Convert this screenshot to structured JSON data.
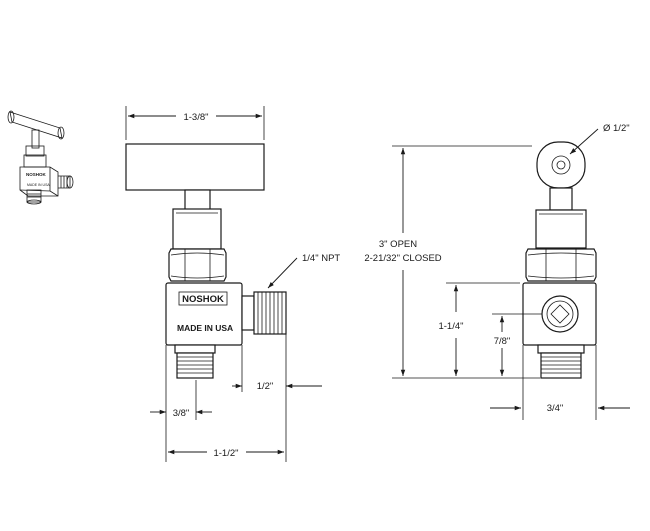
{
  "front_view": {
    "handle_width": "1-3/8\"",
    "port": "1/4\" NPT",
    "brand": "NOSHOK",
    "made_in": "MADE IN USA",
    "side_offset": "1/2\"",
    "bottom_offset": "3/8\"",
    "overall_width": "1-1/2\""
  },
  "side_view": {
    "handle_diameter": "Ø 1/2\"",
    "height_open": "3\" OPEN",
    "height_closed": "2-21/32\" CLOSED",
    "body_height": "1-1/4\"",
    "port_center": "7/8\"",
    "body_width": "3/4\""
  },
  "thumbnail": {
    "brand": "NOSHOK",
    "made_in": "MADE IN USA"
  }
}
